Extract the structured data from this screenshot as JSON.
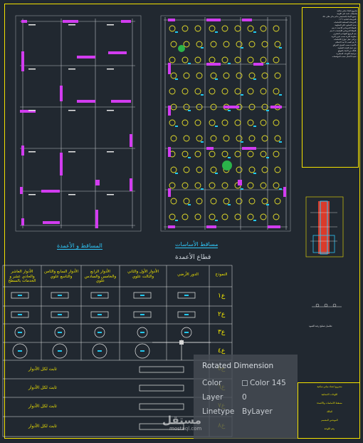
{
  "plans": {
    "columns_title": "المساقط و الأعمدة",
    "foundations_title": "مساقط الأساسات",
    "foundations_sub": "الأساسات"
  },
  "schedule": {
    "title": "قطاع الأعمدة",
    "headers": {
      "type": "النموذج",
      "ground": "الدور الأرضي",
      "floors_1_3": "الأدوار الأول والثاني والثالث علوي",
      "floors_4_6": "الأدوار الرابع والخامس والسادس علوي",
      "floors_7_9": "الأدوار السابع والثامن والتاسع علوي",
      "floors_top": "الأدوار العاشر والحادي عشر و الخدمات بالسطح"
    },
    "rows": [
      "ع١",
      "ع٢",
      "ع٣",
      "ع٤",
      "ع٥",
      "ع٦",
      "ع٧",
      "ع٨"
    ],
    "constant_label": "ثابت لكل الأدوار"
  },
  "notes_text": "مشروع انشاء مباني سكنية\nملاحظات عامة على اللوحة\n- جميع الأبعاد بالسنتيمتر ما لم يذكر خلاف ذلك\n- الخرسانة العادية ١:٣:٦\n- الخرسانة المسلحة للأساسات\n- حديد التسليح عالي المقاومة\n- الغطاء الخرساني للأعمدة ٤ سم\n- الغطاء الخرساني للأساسات ٧ سم\n- يتم الرجوع للمهندس المشرف\n- مقاومة التربة حسب تقرير التربة\n- يراعى عمل عوازل للأساسات\n- لا يتم الصب الا بعد الاستلام\n- الأعمدة حسب الجدول المرفق\n- يتم عمل الشدة الخشبية\n- التأكد من الأبعاد بالموقع\n- مراجعة اللوحات المعمارية\n- تنفيذ الأعمال حسب المواصفات",
  "legend_caption": "تفاصيل تسليح رقبة العمود",
  "properties_panel": {
    "title": "Rotated Dimension",
    "color_label": "Color",
    "color_value": "Color 145",
    "layer_label": "Layer",
    "layer_value": "0",
    "linetype_label": "Linetype",
    "linetype_value": "ByLayer"
  },
  "watermark": {
    "brand": "مستقل",
    "url": "mostaql.com"
  },
  "title_block": {
    "line1": "مشروع انشاء مباني سكنية",
    "line2": "اللوحات الانشائية",
    "line3": "مسقط الأساسات والأعمدة",
    "line4": "المالك",
    "line5": "المهندس المصمم",
    "line6": "رقم اللوحة"
  },
  "colors": {
    "frame": "#f4e200",
    "grid": "#b8bcc2",
    "column": "#d23cf0",
    "footing": "#e8e02a",
    "footing_rebar": "#22c9f0",
    "title_blue": "#2ec4f5"
  }
}
